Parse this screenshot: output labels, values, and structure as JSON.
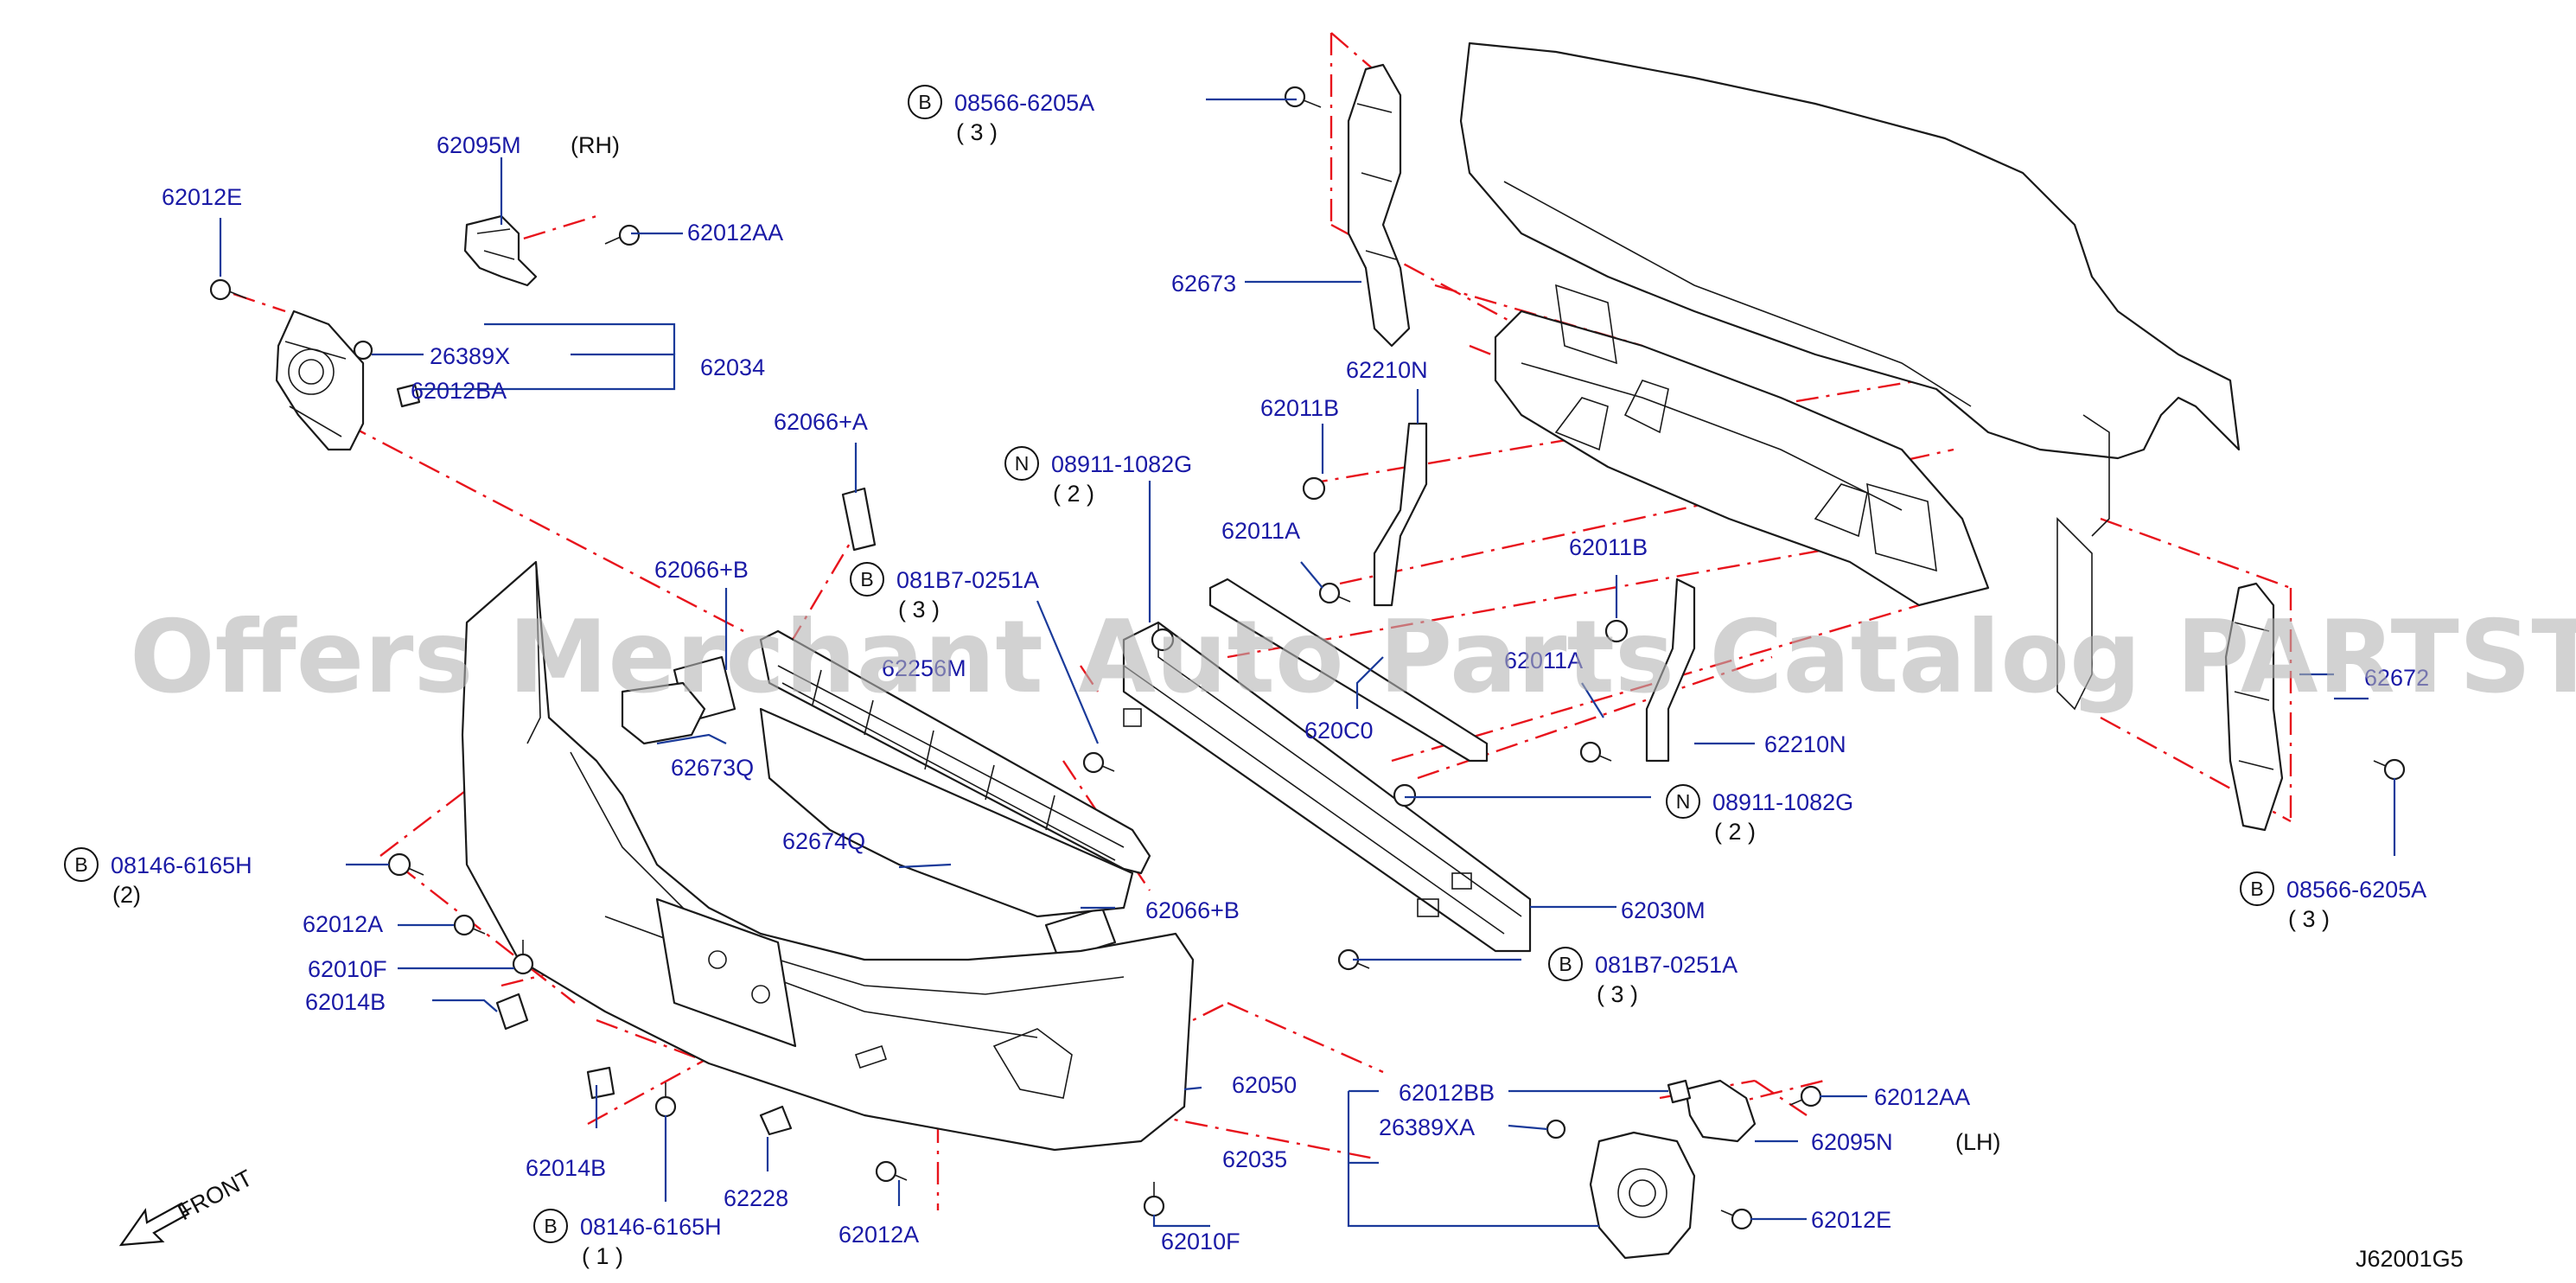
{
  "colors": {
    "label": "#1a1aa6",
    "leader": "#1a3a9a",
    "dashed": "#e8141c",
    "outline": "#1a1a1a",
    "watermark": "#b4b4b4"
  },
  "watermark": "Offers Merchant Auto Parts Catalog PARTSTORE.SA",
  "diagram_code": "J62001G5",
  "front_label": "FRONT",
  "icons": [
    "arrow-front-icon",
    "circle-b-icon",
    "circle-n-icon"
  ],
  "labels": {
    "p62095M": "62095M",
    "rh": "(RH)",
    "p62012E_top": "62012E",
    "p62012AA_top": "62012AA",
    "p26389X": "26389X",
    "p62034": "62034",
    "p62012BA": "62012BA",
    "p62066A": "62066+A",
    "p62066B_top": "62066+B",
    "p62673": "62673",
    "p62210N_top": "62210N",
    "p62011B_left": "62011B",
    "p62011A_left": "62011A",
    "p620C0": "620C0",
    "p62011B_right": "62011B",
    "p62011A_right": "62011A",
    "p62210N_bottom": "62210N",
    "p62673Q": "62673Q",
    "p62256M": "62256M",
    "p62674Q": "62674Q",
    "p62066B_bottom": "62066+B",
    "p62030M": "62030M",
    "p62672": "62672",
    "p62012A_left": "62012A",
    "p62010F_left": "62010F",
    "p62014B_left": "62014B",
    "p62014B_bottom": "62014B",
    "p62228": "62228",
    "p62012A_bottom": "62012A",
    "p62010F_bottom": "62010F",
    "p62050": "62050",
    "p62035": "62035",
    "p62012BB": "62012BB",
    "p26389XA": "26389XA",
    "p62012AA_bottom": "62012AA",
    "p62095N": "62095N",
    "lh": "(LH)",
    "p62012E_bottom": "62012E"
  },
  "circled": {
    "b_08566_top": {
      "letter": "B",
      "code": "08566-6205A",
      "qty": "( 3 )"
    },
    "n_08911_top": {
      "letter": "N",
      "code": "08911-1082G",
      "qty": "( 2 )"
    },
    "b_081B7_top": {
      "letter": "B",
      "code": "081B7-0251A",
      "qty": "( 3 )"
    },
    "n_08911_bottom": {
      "letter": "N",
      "code": "08911-1082G",
      "qty": "( 2 )"
    },
    "b_08566_right": {
      "letter": "B",
      "code": "08566-6205A",
      "qty": "( 3 )"
    },
    "b_08146_left": {
      "letter": "B",
      "code": "08146-6165H",
      "qty": "(2)"
    },
    "b_081B7_bottom": {
      "letter": "B",
      "code": "081B7-0251A",
      "qty": "( 3 )"
    },
    "b_08146_bottom": {
      "letter": "B",
      "code": "08146-6165H",
      "qty": "( 1 )"
    }
  }
}
